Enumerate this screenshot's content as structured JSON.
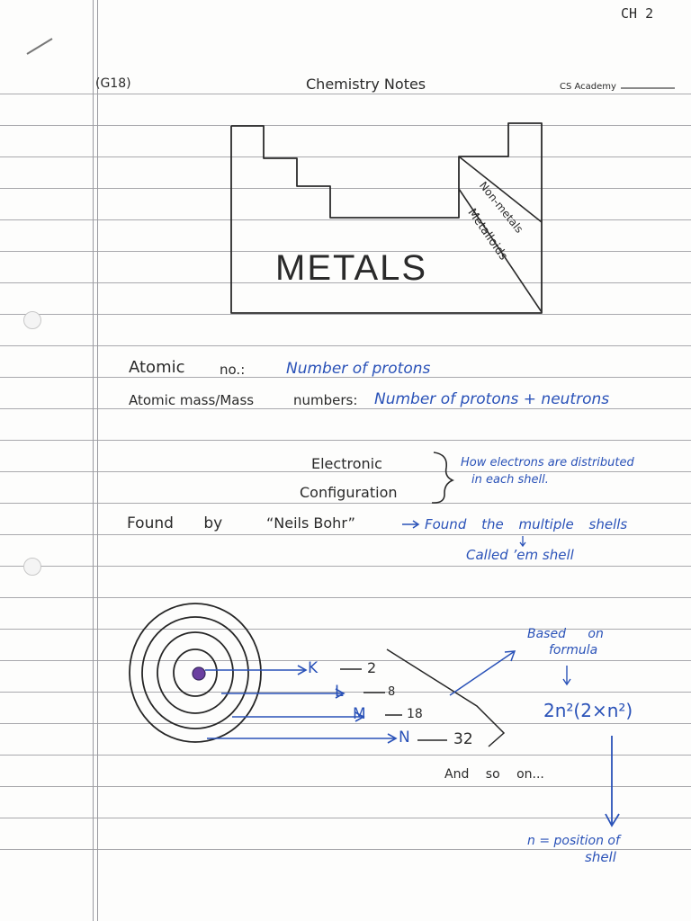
{
  "header": {
    "chapter": "CH 2",
    "grade": "(G18)",
    "title": "Chemistry Notes",
    "school": "CS Academy"
  },
  "diagram": {
    "metals_label": "METALS",
    "nonmetals_label": "Non-metals",
    "metalloids_label": "Metalloids"
  },
  "definitions": [
    {
      "term": "Atomic",
      "term_suffix": "no.:",
      "meaning": "Number of protons"
    },
    {
      "term": "Atomic mass/Mass",
      "term_suffix": "numbers:",
      "meaning": "Number of protons + neutrons"
    }
  ],
  "electronic_config": {
    "term_line1": "Electronic",
    "term_line2": "Configuration",
    "meaning_line1": "How electrons are distributed",
    "meaning_line2": "in each shell."
  },
  "bohr": {
    "found_by": "Found by",
    "scientist": "“Neils Bohr”",
    "finding": "Found the multiple shells",
    "called": "Called ’em shell"
  },
  "shells": [
    {
      "label": "K",
      "capacity": "2"
    },
    {
      "label": "L",
      "capacity": "8"
    },
    {
      "label": "M",
      "capacity": "18"
    },
    {
      "label": "N",
      "capacity": "32"
    }
  ],
  "and_so_on": "And so on...",
  "formula": {
    "based_on": "Based on",
    "formula_word": "formula",
    "expression": "2n²(2×n²)",
    "n_def_line1": "n = position of",
    "n_def_line2": "shell"
  }
}
